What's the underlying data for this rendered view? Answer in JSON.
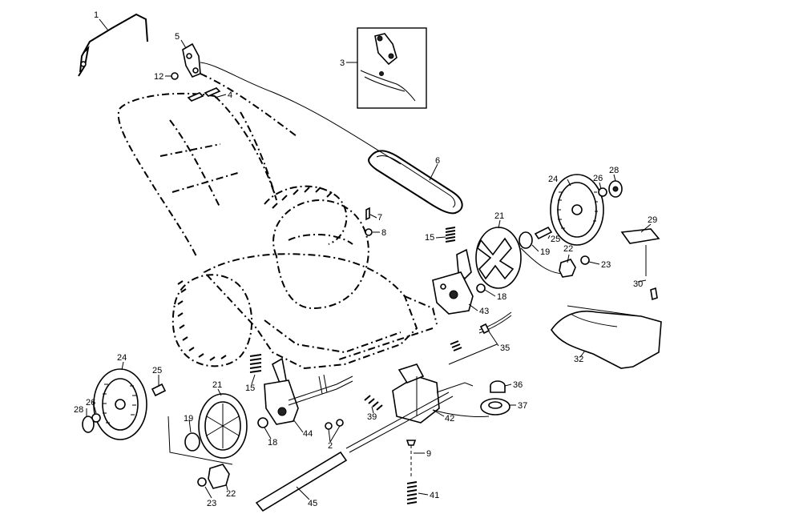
{
  "callouts": [
    "1",
    "5",
    "12",
    "4",
    "3",
    "6",
    "24",
    "26",
    "28",
    "29",
    "7",
    "8",
    "15",
    "21",
    "25",
    "19",
    "22",
    "23",
    "30",
    "18",
    "43",
    "35",
    "32",
    "24",
    "25",
    "21",
    "15",
    "44",
    "28",
    "26",
    "19",
    "18",
    "2",
    "39",
    "42",
    "36",
    "37",
    "9",
    "41",
    "22",
    "23",
    "45"
  ]
}
